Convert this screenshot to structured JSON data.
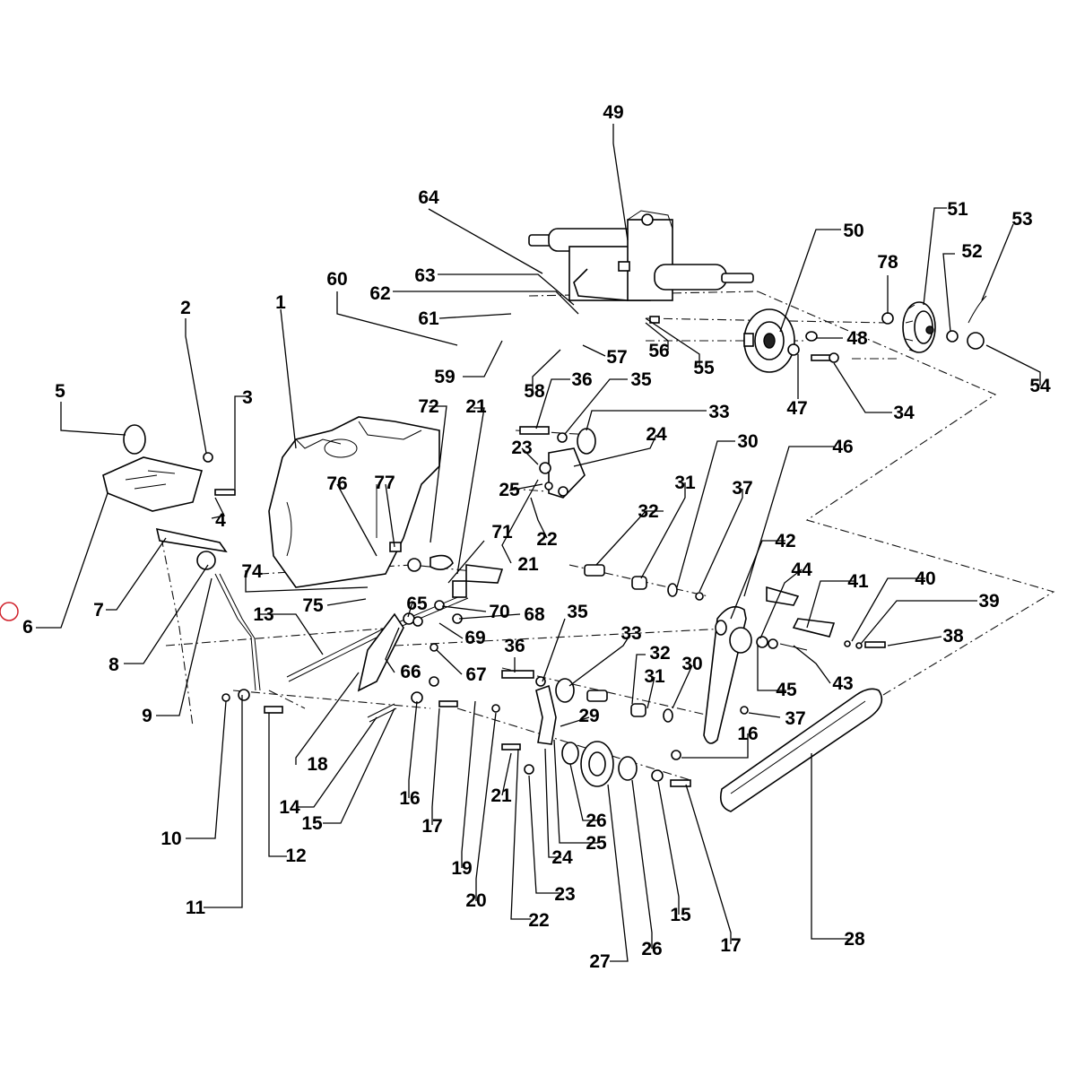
{
  "diagram": {
    "type": "exploded-parts-view",
    "callouts": [
      {
        "id": "c49",
        "label": "49"
      },
      {
        "id": "c64",
        "label": "64"
      },
      {
        "id": "c50",
        "label": "50"
      },
      {
        "id": "c51",
        "label": "51"
      },
      {
        "id": "c53",
        "label": "53"
      },
      {
        "id": "c78",
        "label": "78"
      },
      {
        "id": "c52",
        "label": "52"
      },
      {
        "id": "c60",
        "label": "60"
      },
      {
        "id": "c63",
        "label": "63"
      },
      {
        "id": "c62",
        "label": "62"
      },
      {
        "id": "c61",
        "label": "61"
      },
      {
        "id": "c48",
        "label": "48"
      },
      {
        "id": "c54",
        "label": "54"
      },
      {
        "id": "c56",
        "label": "56"
      },
      {
        "id": "c55",
        "label": "55"
      },
      {
        "id": "c57",
        "label": "57"
      },
      {
        "id": "c59",
        "label": "59"
      },
      {
        "id": "c58",
        "label": "58"
      },
      {
        "id": "c47",
        "label": "47"
      },
      {
        "id": "c34",
        "label": "34"
      },
      {
        "id": "c36a",
        "label": "36"
      },
      {
        "id": "c35a",
        "label": "35"
      },
      {
        "id": "c2",
        "label": "2"
      },
      {
        "id": "c1",
        "label": "1"
      },
      {
        "id": "c3",
        "label": "3"
      },
      {
        "id": "c72",
        "label": "72"
      },
      {
        "id": "c21a",
        "label": "21"
      },
      {
        "id": "c33a",
        "label": "33"
      },
      {
        "id": "c5",
        "label": "5"
      },
      {
        "id": "c30a",
        "label": "30"
      },
      {
        "id": "c46",
        "label": "46"
      },
      {
        "id": "c24a",
        "label": "24"
      },
      {
        "id": "c23a",
        "label": "23"
      },
      {
        "id": "c76",
        "label": "76"
      },
      {
        "id": "c77",
        "label": "77"
      },
      {
        "id": "c25a",
        "label": "25"
      },
      {
        "id": "c31a",
        "label": "31"
      },
      {
        "id": "c37a",
        "label": "37"
      },
      {
        "id": "c4",
        "label": "4"
      },
      {
        "id": "c32a",
        "label": "32"
      },
      {
        "id": "c22a",
        "label": "22"
      },
      {
        "id": "c71",
        "label": "71"
      },
      {
        "id": "c42",
        "label": "42"
      },
      {
        "id": "c21b",
        "label": "21"
      },
      {
        "id": "c44",
        "label": "44"
      },
      {
        "id": "c7",
        "label": "7"
      },
      {
        "id": "c74",
        "label": "74"
      },
      {
        "id": "c41",
        "label": "41"
      },
      {
        "id": "c40",
        "label": "40"
      },
      {
        "id": "c6",
        "label": "6"
      },
      {
        "id": "c75",
        "label": "75"
      },
      {
        "id": "c65",
        "label": "65"
      },
      {
        "id": "c39",
        "label": "39"
      },
      {
        "id": "c35b",
        "label": "35"
      },
      {
        "id": "c70",
        "label": "70"
      },
      {
        "id": "c13",
        "label": "13"
      },
      {
        "id": "c68",
        "label": "68"
      },
      {
        "id": "c38",
        "label": "38"
      },
      {
        "id": "c69",
        "label": "69"
      },
      {
        "id": "c33b",
        "label": "33"
      },
      {
        "id": "c8",
        "label": "8"
      },
      {
        "id": "c36b",
        "label": "36"
      },
      {
        "id": "c32b",
        "label": "32"
      },
      {
        "id": "c66",
        "label": "66"
      },
      {
        "id": "c67",
        "label": "67"
      },
      {
        "id": "c30b",
        "label": "30"
      },
      {
        "id": "c31b",
        "label": "31"
      },
      {
        "id": "c45",
        "label": "45"
      },
      {
        "id": "c43",
        "label": "43"
      },
      {
        "id": "c9",
        "label": "9"
      },
      {
        "id": "c29",
        "label": "29"
      },
      {
        "id": "c37b",
        "label": "37"
      },
      {
        "id": "c16a",
        "label": "16"
      },
      {
        "id": "c18",
        "label": "18"
      },
      {
        "id": "c16b",
        "label": "16"
      },
      {
        "id": "c14",
        "label": "14"
      },
      {
        "id": "c21c",
        "label": "21"
      },
      {
        "id": "c26a",
        "label": "26"
      },
      {
        "id": "c15a",
        "label": "15"
      },
      {
        "id": "c17a",
        "label": "17"
      },
      {
        "id": "c25b",
        "label": "25"
      },
      {
        "id": "c10",
        "label": "10"
      },
      {
        "id": "c12",
        "label": "12"
      },
      {
        "id": "c24b",
        "label": "24"
      },
      {
        "id": "c19",
        "label": "19"
      },
      {
        "id": "c23b",
        "label": "23"
      },
      {
        "id": "c20",
        "label": "20"
      },
      {
        "id": "c11",
        "label": "11"
      },
      {
        "id": "c22b",
        "label": "22"
      },
      {
        "id": "c15b",
        "label": "15"
      },
      {
        "id": "c28",
        "label": "28"
      },
      {
        "id": "c17b",
        "label": "17"
      },
      {
        "id": "c26b",
        "label": "26"
      },
      {
        "id": "c27",
        "label": "27"
      }
    ]
  }
}
